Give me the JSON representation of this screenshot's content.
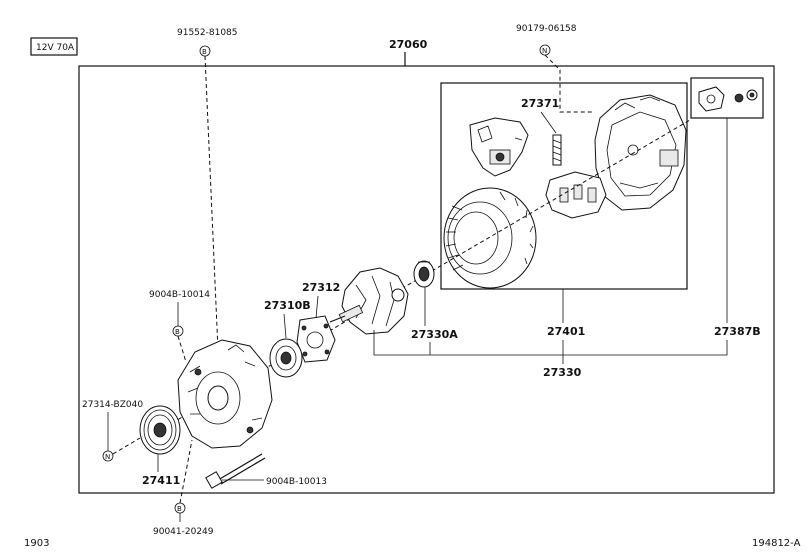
{
  "spec_label": "12V 70A",
  "parts": {
    "assembly": "27060",
    "bolt_top": "91552-81085",
    "nut_top": "90179-06158",
    "regulator_spring": "27371",
    "bearing_screw": "9004B-10014",
    "bearing": "27310B",
    "retainer_plate": "27312",
    "rotor_bearing": "27330A",
    "rectifier_assy": "27401",
    "terminal_kit": "27387B",
    "rotor_assy": "27330",
    "clutch_nut": "27314-BZ040",
    "pulley": "27411",
    "thru_bolt": "9004B-10013",
    "clip": "90041-20249"
  },
  "symbols": {
    "b_marker": "B",
    "n_marker": "N"
  },
  "footer": {
    "left_code": "1903",
    "right_code": "194812-A"
  }
}
